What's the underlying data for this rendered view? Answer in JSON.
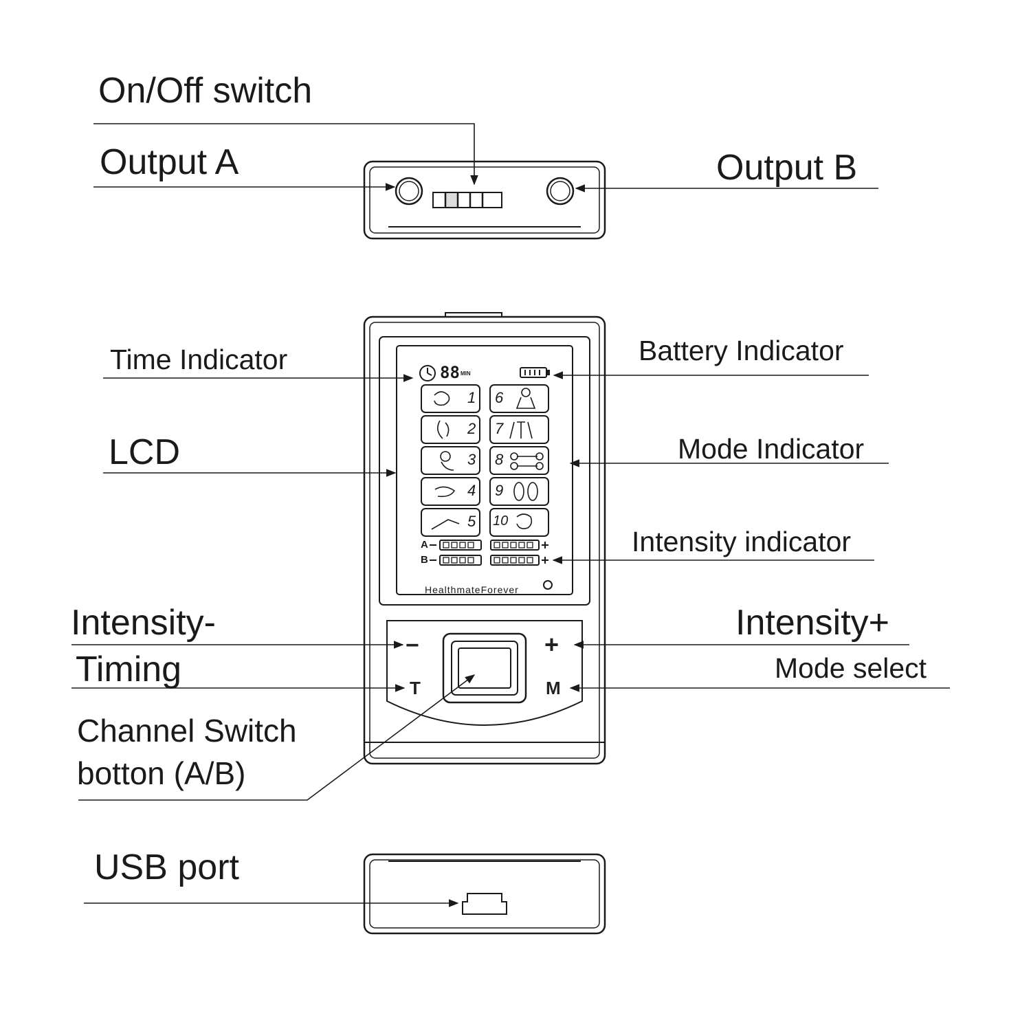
{
  "labels": {
    "onoff_switch": "On/Off  switch",
    "output_a": "Output   A",
    "output_b": "Output  B",
    "time_indicator": "Time Indicator",
    "battery_indicator": "Battery Indicator",
    "lcd": "LCD",
    "mode_indicator": "Mode Indicator",
    "intensity_indicator": "Intensity indicator",
    "intensity_minus": "Intensity-",
    "intensity_plus": "Intensity+",
    "timing": "Timing",
    "mode_select": "Mode select",
    "channel_switch_line1": "Channel Switch",
    "channel_switch_line2": "botton (A/B)",
    "usb_port": "USB  port"
  },
  "device": {
    "brand": "HealthmateForever",
    "buttons": {
      "minus": "−",
      "plus": "+",
      "timing": "T",
      "mode": "M"
    },
    "lcd": {
      "time_digits": "88",
      "time_unit": "MIN",
      "modes_left": [
        "1",
        "2",
        "3",
        "4",
        "5"
      ],
      "modes_right": [
        "6",
        "7",
        "8",
        "9",
        "10"
      ],
      "channels": [
        "A",
        "B"
      ]
    }
  }
}
